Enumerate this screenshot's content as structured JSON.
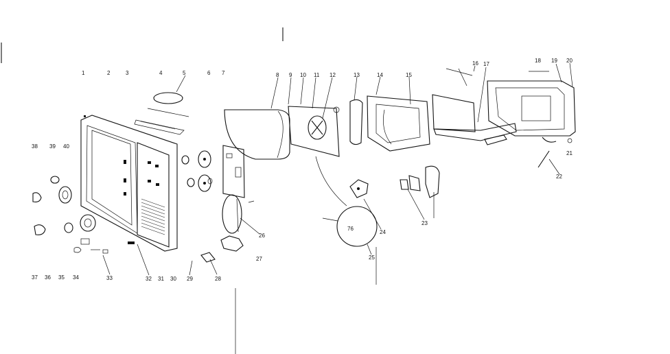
{
  "diagram": {
    "labels": [
      "1",
      "2",
      "3",
      "4",
      "5",
      "6",
      "7",
      "8",
      "9",
      "10",
      "11",
      "12",
      "13",
      "14",
      "15",
      "16",
      "17",
      "18",
      "19",
      "20",
      "21",
      "22",
      "23",
      "24",
      "25",
      "26",
      "27",
      "28",
      "29",
      "30",
      "31",
      "32",
      "33",
      "34",
      "35",
      "36",
      "37",
      "38",
      "39",
      "40"
    ]
  }
}
